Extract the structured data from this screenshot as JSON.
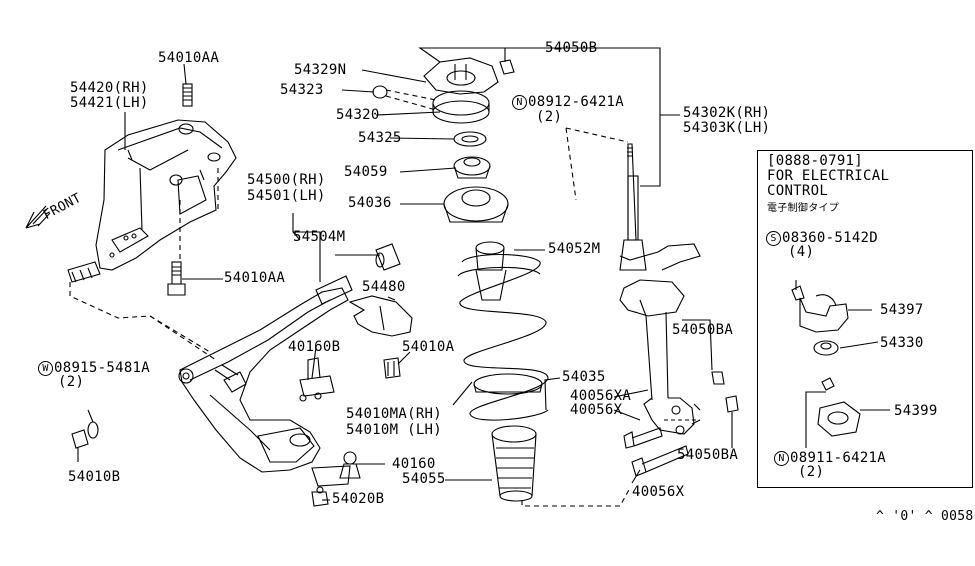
{
  "parts": {
    "p54010AA_top": "54010AA",
    "p54420": "54420(RH)",
    "p54421": "54421(LH)",
    "front": "FRONT",
    "p54010AA_mid": "54010AA",
    "p54500": "54500(RH)",
    "p54501": "54501(LH)",
    "p54504M": "54504M",
    "p54480": "54480",
    "p54010A": "54010A",
    "p40160B": "40160B",
    "w08915_code": "08915-5481A",
    "w08915_qty": "(2)",
    "p54010B": "54010B",
    "p40160": "40160",
    "p54020B": "54020B",
    "p54329N": "54329N",
    "p54323": "54323",
    "p54320": "54320",
    "p54325": "54325",
    "p54059": "54059",
    "p54036": "54036",
    "p54050B": "54050B",
    "n08912_code": "08912-6421A",
    "n08912_qty": "(2)",
    "p54052M": "54052M",
    "p54010MA": "54010MA(RH)",
    "p54010M": "54010M (LH)",
    "p54035": "54035",
    "p40056XA": "40056XA",
    "p40056X_a": "40056X",
    "p54055": "54055",
    "p40056X_b": "40056X",
    "p54302K": "54302K(RH)",
    "p54303K": "54303K(LH)",
    "p54050BA_a": "54050BA",
    "p54050BA_b": "54050BA",
    "diagram_id": "^ '0' ^ 0058"
  },
  "symbols": {
    "washer": "W",
    "nut": "N",
    "screw": "S"
  },
  "inset": {
    "date_range": "[0888-0791]",
    "title_line1": "FOR ELECTRICAL",
    "title_line2": "CONTROL",
    "japanese_note": "電子制御タイプ",
    "s08360_code": "08360-5142D",
    "s08360_qty": "(4)",
    "p54397": "54397",
    "p54330": "54330",
    "p54399": "54399",
    "n08911_code": "08911-6421A",
    "n08911_qty": "(2)"
  }
}
